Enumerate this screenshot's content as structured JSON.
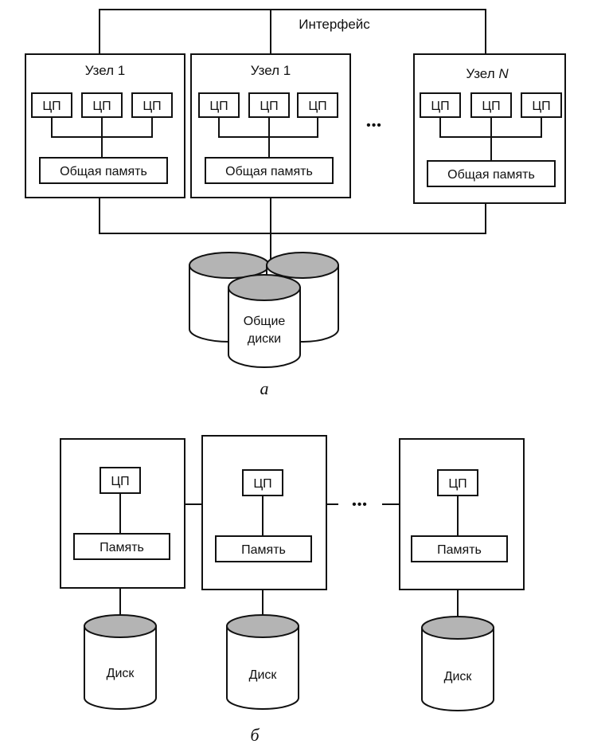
{
  "colors": {
    "ink": "#111111",
    "disk_top": "#b4b4b4",
    "background": "#ffffff"
  },
  "diagram_a": {
    "interface_label": "Интерфейс",
    "nodes": [
      {
        "title": "Узел 1",
        "cpus": [
          "ЦП",
          "ЦП",
          "ЦП"
        ],
        "memory": "Общая память"
      },
      {
        "title": "Узел 1",
        "cpus": [
          "ЦП",
          "ЦП",
          "ЦП"
        ],
        "memory": "Общая память"
      },
      {
        "title": "Узел ",
        "title_var": "N",
        "cpus": [
          "ЦП",
          "ЦП",
          "ЦП"
        ],
        "memory": "Общая память"
      }
    ],
    "ellipsis": "•••",
    "shared_disks": {
      "line1": "Общие",
      "line2": "диски"
    },
    "caption": "а"
  },
  "diagram_b": {
    "nodes": [
      {
        "cpu": "ЦП",
        "memory": "Память",
        "disk": "Диск"
      },
      {
        "cpu": "ЦП",
        "memory": "Память",
        "disk": "Диск"
      },
      {
        "cpu": "ЦП",
        "memory": "Память",
        "disk": "Диск"
      }
    ],
    "ellipsis": "•••",
    "caption": "б"
  }
}
